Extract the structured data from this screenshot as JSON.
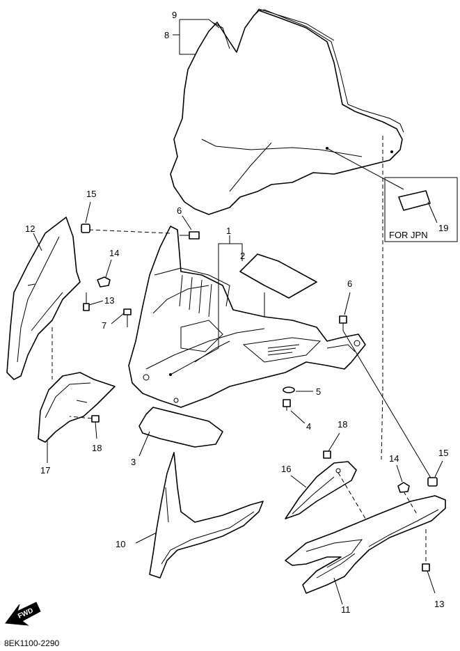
{
  "callouts": {
    "c1": "1",
    "c2": "2",
    "c3": "3",
    "c4": "4",
    "c5": "5",
    "c6a": "6",
    "c6b": "6",
    "c7": "7",
    "c8": "8",
    "c9": "9",
    "c10": "10",
    "c11": "11",
    "c12": "12",
    "c13a": "13",
    "c13b": "13",
    "c14a": "14",
    "c14b": "14",
    "c15a": "15",
    "c15b": "15",
    "c16": "16",
    "c17": "17",
    "c18a": "18",
    "c18b": "18",
    "c19": "19"
  },
  "label_box": {
    "text": "FOR JPN"
  },
  "fwd_arrow": {
    "text": "FWD"
  },
  "diagram_code": "8EK1100-2290"
}
